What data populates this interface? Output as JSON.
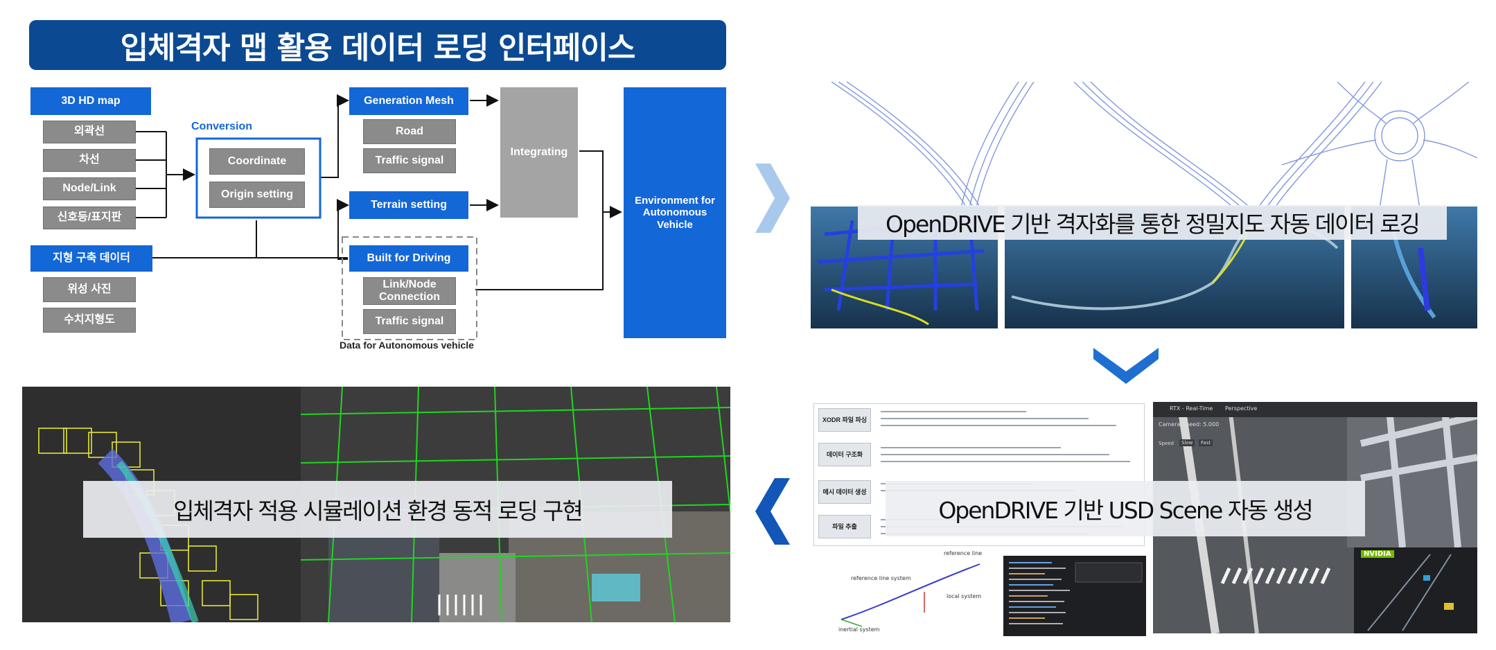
{
  "title": "입체격자 맵 활용 데이터 로딩 인터페이스",
  "flowchart": {
    "hd_map": "3D HD map",
    "hd_map_items": [
      "외곽선",
      "차선",
      "Node/Link",
      "신호등/표지판"
    ],
    "conversion_label": "Conversion",
    "conversion_items": [
      "Coordinate",
      "Origin setting"
    ],
    "terrain_data": "지형 구축 데이터",
    "terrain_items": [
      "위성 사진",
      "수치지형도"
    ],
    "generation_mesh": "Generation Mesh",
    "generation_items": [
      "Road",
      "Traffic signal"
    ],
    "terrain_setting": "Terrain setting",
    "built_for_driving": "Built for Driving",
    "driving_items": [
      "Link/Node Connection",
      "Traffic signal"
    ],
    "driving_group_label": "Data for Autonomous vehicle",
    "integrating": "Integrating",
    "environment": "Environment for Autonomous Vehicle"
  },
  "captions": {
    "top_right": "OpenDRIVE 기반 격자화를 통한 정밀지도 자동 데이터 로깅",
    "bottom_right": "OpenDRIVE 기반 USD Scene 자동 생성",
    "bottom_left": "입체격자 적용 시뮬레이션 환경 동적 로딩 구현"
  },
  "pipeline_steps": [
    "XODR 파일 파싱",
    "데이터 구조화",
    "메시 데이터 생성",
    "파일 추출"
  ],
  "viewer": {
    "toolbar": [
      "RTX - Real-Time",
      "Perspective"
    ],
    "camera_speed": "Camera Speed: 5.000",
    "speed_buttons": [
      "Speed",
      "Slow",
      "Fast"
    ],
    "brand": "NVIDIA"
  },
  "diagram_labels": [
    "reference line",
    "reference line system",
    "local system",
    "inertial system"
  ],
  "colors": {
    "banner": "#0b4a93",
    "accent_blue": "#1367d6",
    "grey_box": "#8b8b8b",
    "arrow": "#1f6fd0"
  }
}
